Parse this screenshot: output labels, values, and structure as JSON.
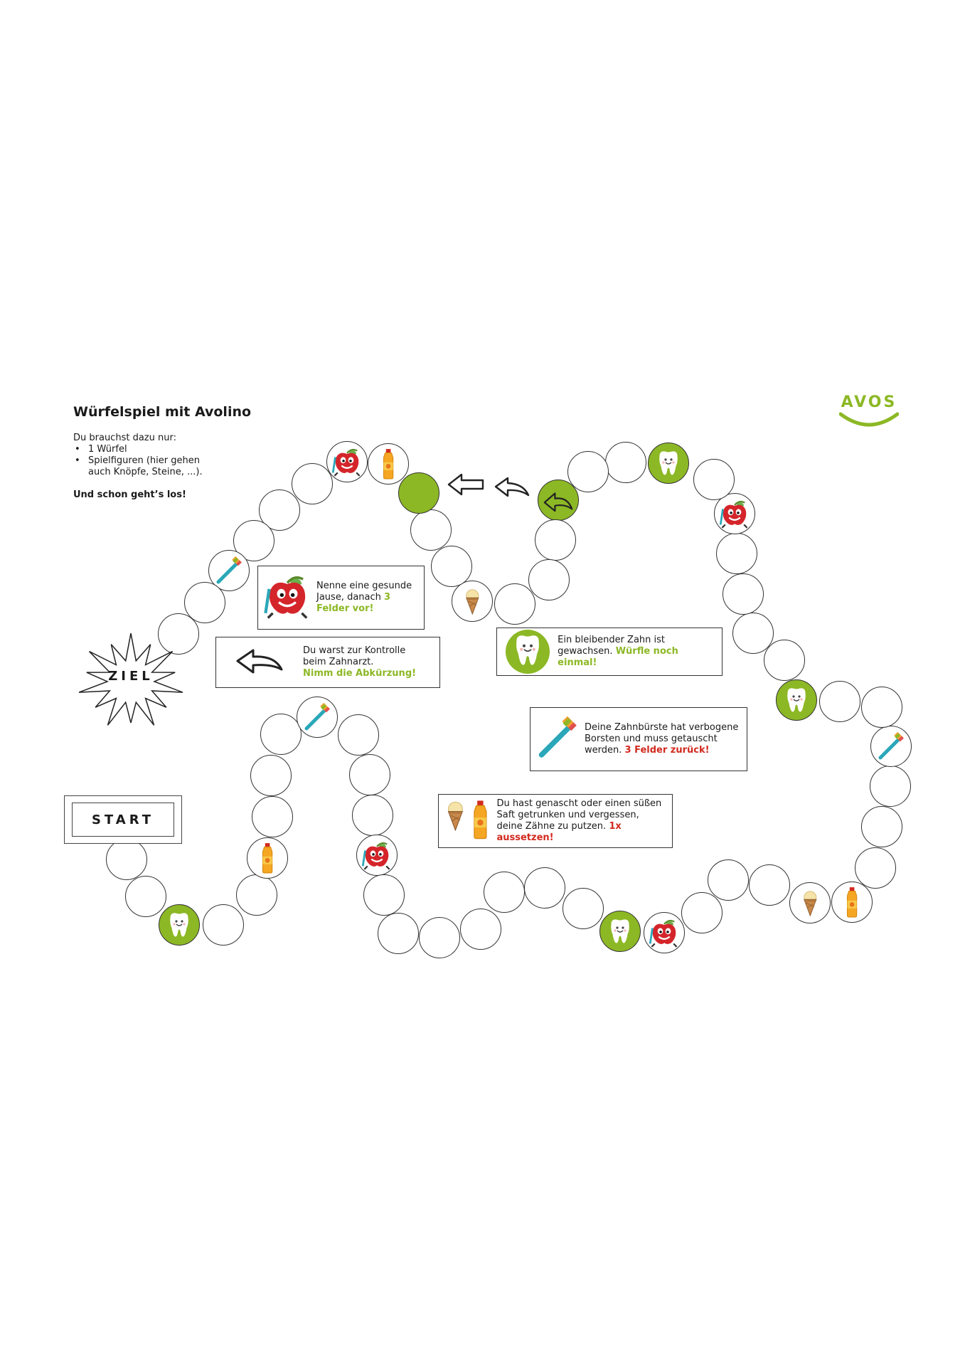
{
  "title": "Würfelspiel mit Avolino",
  "intro": {
    "lead": "Du brauchst dazu nur:",
    "items": [
      "1 Würfel",
      "Spielfiguren (hier gehen auch Knöpfe, Steine, ...)."
    ],
    "closing": "Und schon geht’s los!"
  },
  "logo": {
    "text": "AVOS",
    "color": "#8cb825"
  },
  "start_label": "START",
  "goal_label": "ZIEL",
  "colors": {
    "accent": "#8cb825",
    "penalty": "#d22a1e",
    "outline": "#333333"
  },
  "icons": [
    "apple-mascot-icon",
    "juice-bottle-icon",
    "toothbrush-icon",
    "ice-cream-icon",
    "tooth-icon",
    "curved-arrow-icon"
  ],
  "cards": {
    "jause": {
      "text": "Nenne eine gesunde Jause, danach",
      "highlight": "3 Felder vor!"
    },
    "kontrolle": {
      "text": "Du warst zur Kontrolle beim Zahnarzt.",
      "highlight": "Nimm die Abkürzung!"
    },
    "zahn": {
      "text": "Ein bleibender Zahn ist gewachsen.",
      "highlight": "Würfle noch einmal!"
    },
    "buerste": {
      "text": "Deine Zahnbürste hat verbogene Borsten und muss getauscht werden.",
      "highlight": "3 Felder zurück!"
    },
    "genascht": {
      "text": "Du hast genascht oder einen süßen Saft getrunken und vergessen, deine Zähne zu putzen.",
      "highlight": "1x aussetzen!"
    }
  }
}
